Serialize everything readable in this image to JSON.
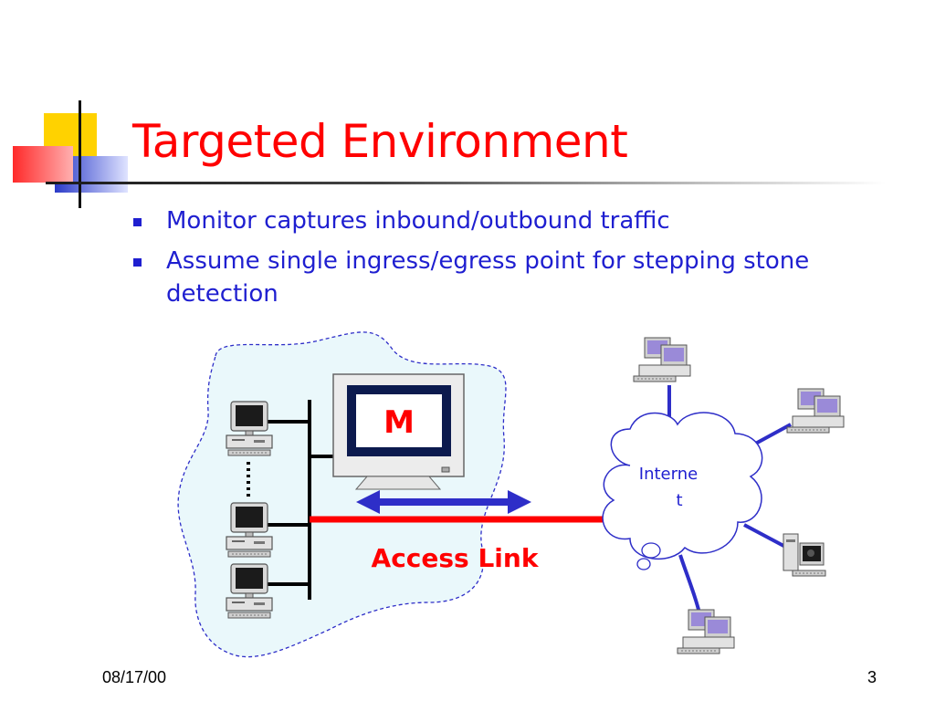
{
  "slide": {
    "title": "Targeted Environment",
    "bullets": [
      "Monitor captures inbound/outbound traffic",
      "Assume single ingress/egress point for stepping stone detection"
    ],
    "footer_date": "08/17/00",
    "page_number": "3"
  },
  "diagram": {
    "monitor_label": "M",
    "access_link_label": "Access Link",
    "cloud_label_line1": "Interne",
    "cloud_label_line2": "t",
    "colors": {
      "title": "#ff0000",
      "text": "#1f1fd0",
      "access_link": "#ff0000",
      "network_line": "#2e2ec8",
      "region_fill": "#eaf8fb"
    }
  }
}
